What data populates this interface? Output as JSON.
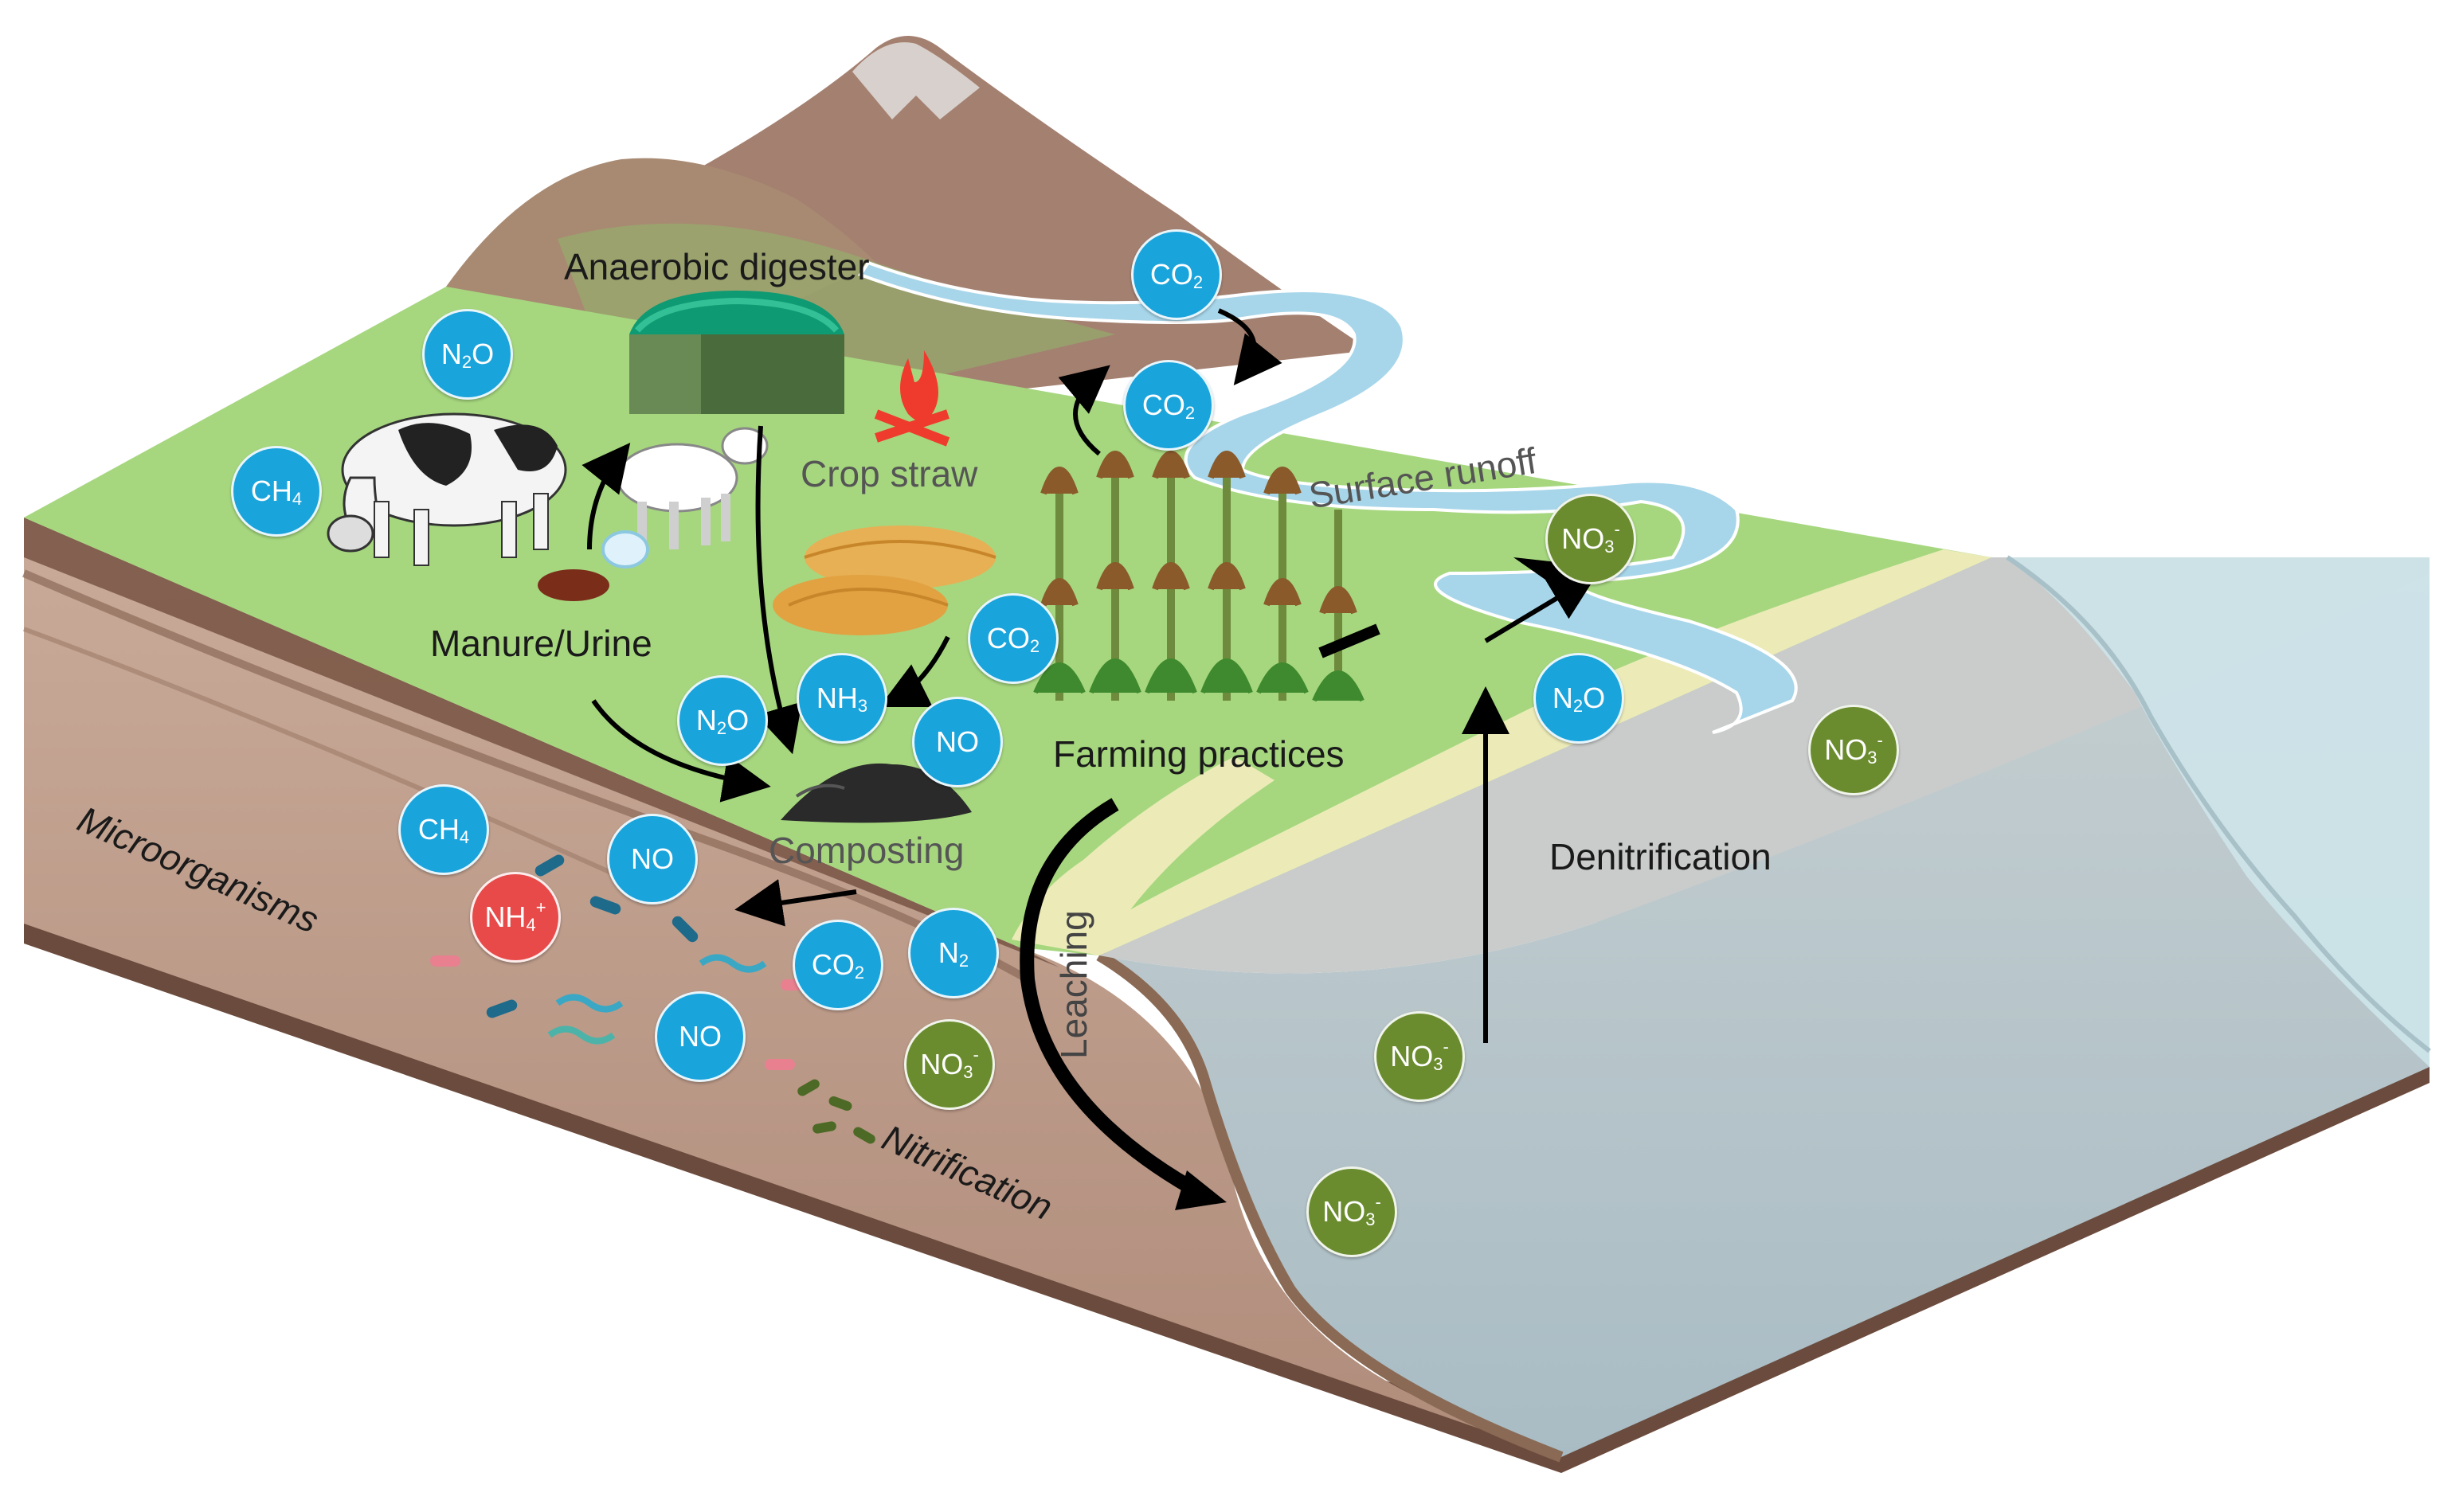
{
  "labels": {
    "anaerobic_digester": "Anaerobic digester",
    "crop_straw": "Crop straw",
    "surface_runoff": "Surface runoff",
    "manure_urine": "Manure/Urine",
    "farming_practices": "Farming practices",
    "composting": "Composting",
    "denitrification": "Denitrification",
    "microorganisms": "Microorganisms",
    "leaching": "Leaching",
    "nitrification": "Nitrification"
  },
  "molecules": {
    "n2o_1": {
      "base": "N",
      "sub": "2",
      "tail": "O"
    },
    "ch4_1": {
      "base": "CH",
      "sub": "4",
      "tail": ""
    },
    "co2_top": {
      "base": "CO",
      "sub": "2",
      "tail": ""
    },
    "co2_mid": {
      "base": "CO",
      "sub": "2",
      "tail": ""
    },
    "co2_compost": {
      "base": "CO",
      "sub": "2",
      "tail": ""
    },
    "nh3": {
      "base": "NH",
      "sub": "3",
      "tail": ""
    },
    "n2o_2": {
      "base": "N",
      "sub": "2",
      "tail": "O"
    },
    "no_1": {
      "base": "NO",
      "sub": "",
      "tail": ""
    },
    "no3_runoff": {
      "base": "NO",
      "sub": "3",
      "sup": "-"
    },
    "n2o_3": {
      "base": "N",
      "sub": "2",
      "tail": "O"
    },
    "no3_water": {
      "base": "NO",
      "sub": "3",
      "sup": "-"
    },
    "ch4_2": {
      "base": "CH",
      "sub": "4",
      "tail": ""
    },
    "no_2": {
      "base": "NO",
      "sub": "",
      "tail": ""
    },
    "nh4": {
      "base": "NH",
      "sub": "4",
      "sup": "+"
    },
    "co2_soil": {
      "base": "CO",
      "sub": "2",
      "tail": ""
    },
    "n2": {
      "base": "N",
      "sub": "2",
      "tail": ""
    },
    "no_3": {
      "base": "NO",
      "sub": "",
      "tail": ""
    },
    "no3_soil": {
      "base": "NO",
      "sub": "3",
      "sup": "-"
    },
    "no3_mid": {
      "base": "NO",
      "sub": "3",
      "sup": "-"
    },
    "no3_bottom": {
      "base": "NO",
      "sub": "3",
      "sup": "-"
    }
  },
  "colors": {
    "gas_bubble": "#1aa4dc",
    "nitrate_bubble": "#6a8c2e",
    "ammonium_bubble": "#e84a4a",
    "grass": "#a6d77e",
    "soil": "#b89887",
    "water": "#b7c8cc",
    "mountain": "#a48070"
  },
  "icons": [
    "cow-icon",
    "sheep-icon",
    "digester-icon",
    "fire-icon",
    "straw-icon",
    "crop-icon",
    "compost-icon",
    "manure-icon",
    "bacteria-icon",
    "mountain-icon",
    "river-icon"
  ]
}
